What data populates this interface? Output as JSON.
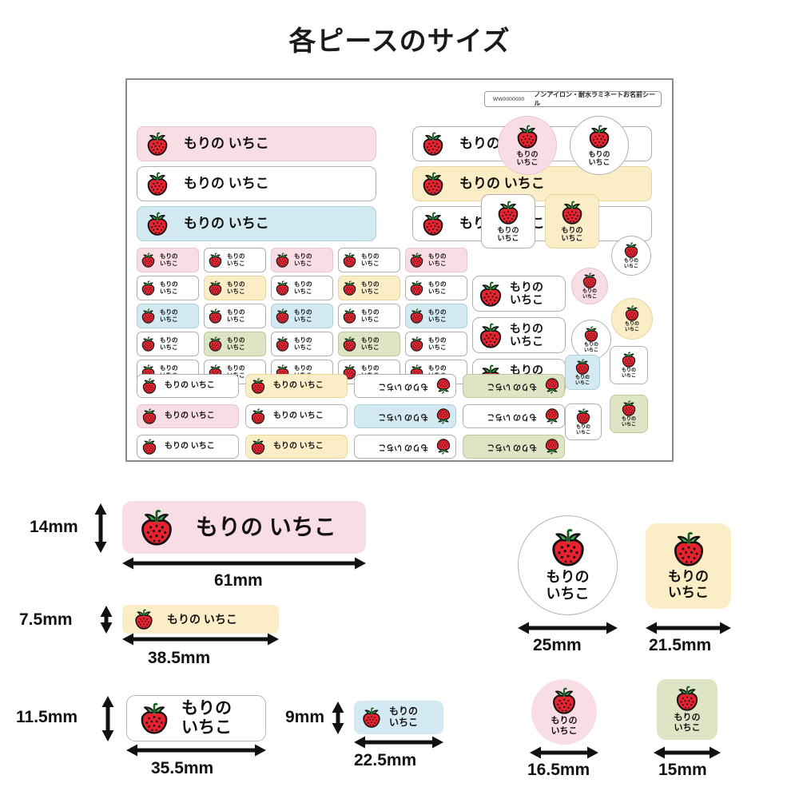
{
  "page_title": "各ピースのサイズ",
  "name_text": "もりの いちこ",
  "name_text_2line": "もりの\nいちこ",
  "icon": "strawberry-icon",
  "colors": {
    "pink": "#f9dde5",
    "yellow": "#fbeec7",
    "blue": "#d3eaf2",
    "green": "#dde5c4",
    "berry_red": "#e8232f",
    "berry_leaf": "#3ba94c",
    "sheet_border": "#8d8d8d",
    "text": "#111111"
  },
  "sheet": {
    "code": "WW0000000",
    "product_name": "ノンアイロン・耐水ラミネートお名前シール",
    "large_labels": [
      {
        "color": "pink",
        "text": "もりの いちこ"
      },
      {
        "color": "white",
        "text": "もりの いちこ"
      },
      {
        "color": "white",
        "text": "もりの いちこ"
      },
      {
        "color": "yellow",
        "text": "もりの いちこ"
      },
      {
        "color": "blue",
        "text": "もりの いちこ"
      },
      {
        "color": "white",
        "text": "もりの いちこ"
      }
    ],
    "small_grid": [
      [
        "pink",
        "white",
        "pink",
        "white",
        "pink"
      ],
      [
        "white",
        "yellow",
        "white",
        "yellow",
        "white"
      ],
      [
        "blue",
        "white",
        "blue",
        "white",
        "blue"
      ],
      [
        "white",
        "green",
        "white",
        "green",
        "white"
      ],
      [
        "white",
        "white",
        "white",
        "white",
        "white"
      ]
    ],
    "small_grid_text": "もりの\nいちこ",
    "medium_labels": [
      {
        "color": "white",
        "text": "もりの\nいちこ"
      },
      {
        "color": "white",
        "text": "もりの\nいちこ"
      },
      {
        "color": "white",
        "text": "もりの\nいちこ"
      }
    ],
    "bottom_rows": [
      [
        {
          "color": "white",
          "text": "もりの いちこ",
          "flipped": false
        },
        {
          "color": "yellow",
          "text": "もりの いちこ",
          "flipped": false
        },
        {
          "color": "white",
          "text": "もりの いちこ",
          "flipped": true
        },
        {
          "color": "green",
          "text": "もりの いちこ",
          "flipped": true
        }
      ],
      [
        {
          "color": "pink",
          "text": "もりの いちこ",
          "flipped": false
        },
        {
          "color": "white",
          "text": "もりの いちこ",
          "flipped": false
        },
        {
          "color": "blue",
          "text": "もりの いちこ",
          "flipped": true
        },
        {
          "color": "white",
          "text": "もりの いちこ",
          "flipped": true
        }
      ],
      [
        {
          "color": "white",
          "text": "もりの いちこ",
          "flipped": false
        },
        {
          "color": "yellow",
          "text": "もりの いちこ",
          "flipped": false
        },
        {
          "color": "white",
          "text": "もりの いちこ",
          "flipped": true
        },
        {
          "color": "green",
          "text": "もりの いちこ",
          "flipped": true
        }
      ]
    ],
    "big_circles": [
      {
        "color": "pink",
        "text": "もりの\nいちこ"
      },
      {
        "color": "white",
        "text": "もりの\nいちこ"
      }
    ],
    "big_squares": [
      {
        "color": "white",
        "text": "もりの\nいちこ"
      },
      {
        "color": "yellow",
        "text": "もりの\nいちこ"
      }
    ],
    "small_circles": [
      {
        "color": "white",
        "text": "もりの\nいちこ"
      },
      {
        "color": "pink",
        "text": "もりの\nいちこ"
      },
      {
        "color": "yellow",
        "text": "もりの\nいちこ"
      },
      {
        "color": "white",
        "text": "もりの\nいちこ"
      }
    ],
    "small_squares": [
      {
        "color": "white",
        "text": "もりの\nいちこ"
      },
      {
        "color": "blue",
        "text": "もりの\nいちこ"
      },
      {
        "color": "green",
        "text": "もりの\nいちこ"
      },
      {
        "color": "white",
        "text": "もりの\nいちこ"
      }
    ]
  },
  "measurements": [
    {
      "id": "large-pill",
      "color": "pink",
      "text": "もりの いちこ",
      "height_label": "14mm",
      "width_label": "61mm"
    },
    {
      "id": "thin-pill",
      "color": "yellow",
      "text": "もりの いちこ",
      "height_label": "7.5mm",
      "width_label": "38.5mm"
    },
    {
      "id": "medium-pill",
      "color": "white",
      "text": "もりの\nいちこ",
      "height_label": "11.5mm",
      "width_label": "35.5mm"
    },
    {
      "id": "mini-pill",
      "color": "blue",
      "text": "もりの\nいちこ",
      "height_label": "9mm",
      "width_label": "22.5mm"
    },
    {
      "id": "large-circle",
      "color": "white",
      "text": "もりの\nいちこ",
      "width_label": "25mm"
    },
    {
      "id": "large-square",
      "color": "yellow",
      "text": "もりの\nいちこ",
      "width_label": "21.5mm"
    },
    {
      "id": "small-circle",
      "color": "pink",
      "text": "もりの\nいちこ",
      "width_label": "16.5mm"
    },
    {
      "id": "small-square",
      "color": "green",
      "text": "もりの\nいちこ",
      "width_label": "15mm"
    }
  ]
}
